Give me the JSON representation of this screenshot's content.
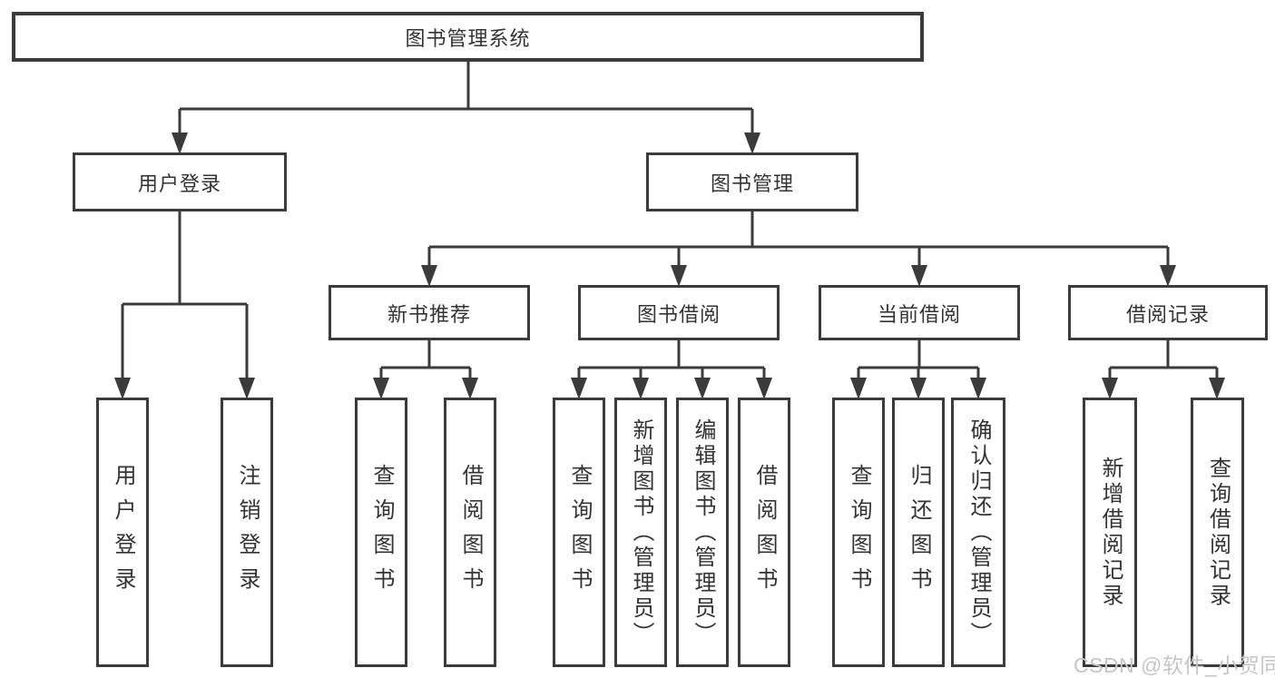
{
  "tree": {
    "root": {
      "label": "图书管理系统",
      "children": [
        {
          "label": "用户登录",
          "children": [
            {
              "label": "用户登录"
            },
            {
              "label": "注销登录"
            }
          ]
        },
        {
          "label": "图书管理",
          "children": [
            {
              "label": "新书推荐",
              "children": [
                {
                  "label": "查询图书"
                },
                {
                  "label": "借阅图书"
                }
              ]
            },
            {
              "label": "图书借阅",
              "children": [
                {
                  "label": "查询图书"
                },
                {
                  "label": "新增图书（管理员）"
                },
                {
                  "label": "编辑图书（管理员）"
                },
                {
                  "label": "借阅图书"
                }
              ]
            },
            {
              "label": "当前借阅",
              "children": [
                {
                  "label": "查询图书"
                },
                {
                  "label": "归还图书"
                },
                {
                  "label": "确认归还（管理员）"
                }
              ]
            },
            {
              "label": "借阅记录",
              "children": [
                {
                  "label": "新增借阅记录"
                },
                {
                  "label": "查询借阅记录"
                }
              ]
            }
          ]
        }
      ]
    }
  },
  "watermark": "CSDN @软件_小贺同学",
  "colors": {
    "line": "#3b3b3b",
    "text": "#333333",
    "watermark": "#c6c6c6",
    "bg": "#ffffff"
  }
}
